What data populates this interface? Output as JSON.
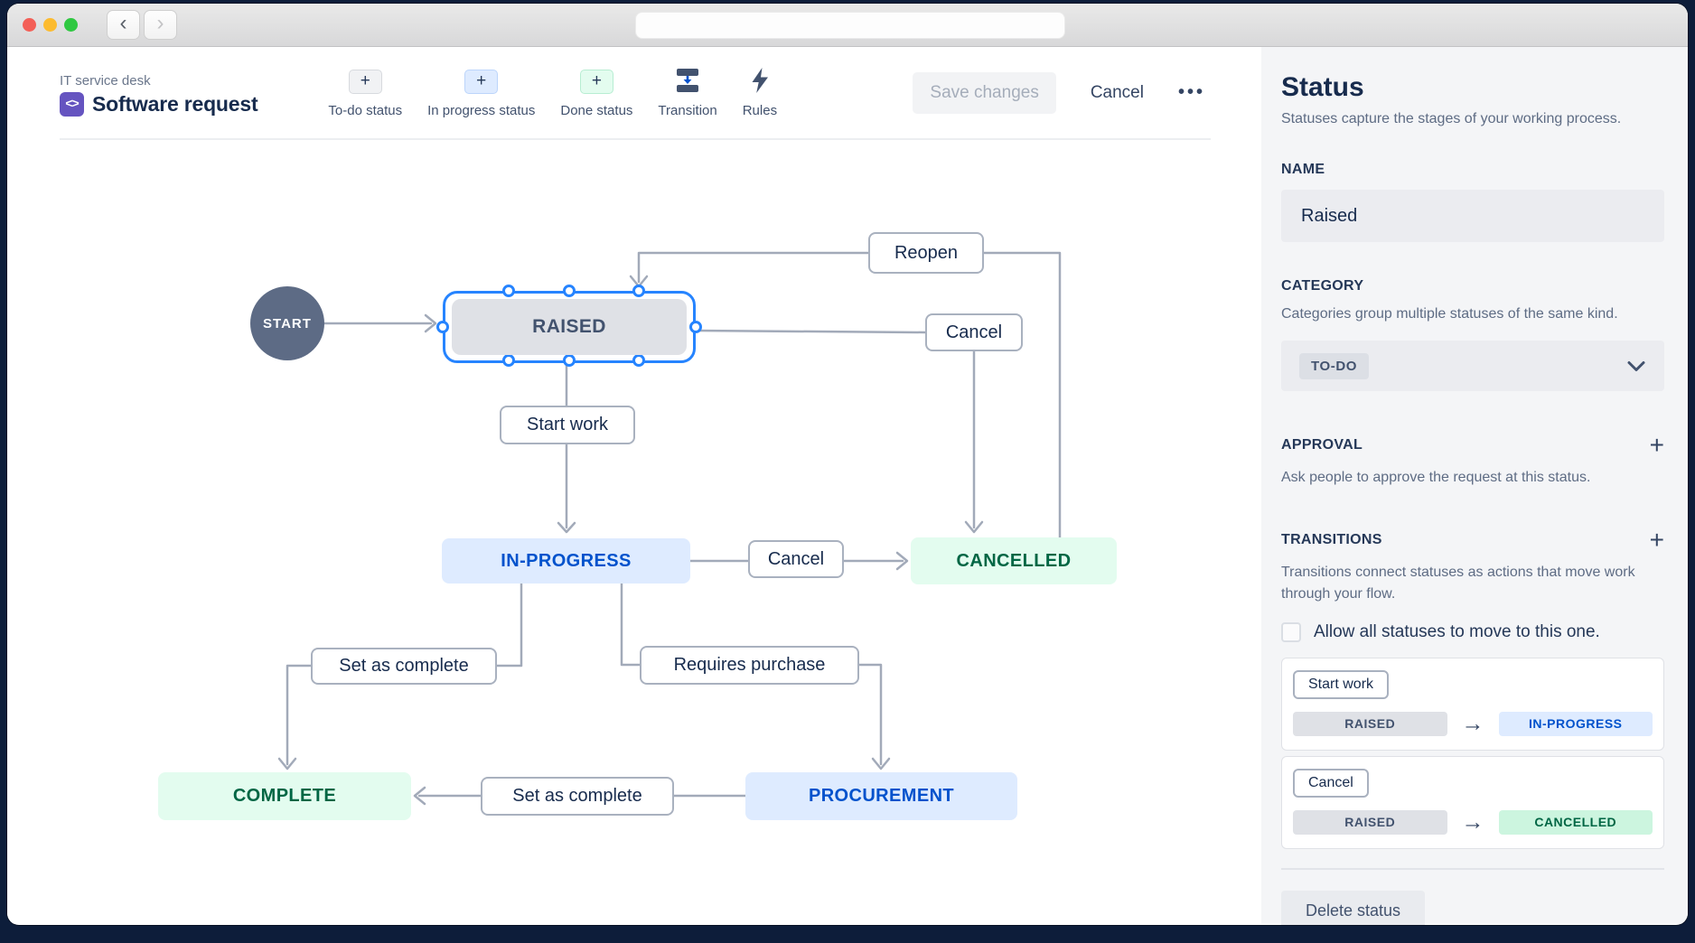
{
  "toolbar": {
    "project": "IT service desk",
    "workflow": "Software request",
    "add_buttons": [
      {
        "label": "To-do status"
      },
      {
        "label": "In progress status"
      },
      {
        "label": "Done status"
      }
    ],
    "transition_label": "Transition",
    "rules_label": "Rules",
    "save_label": "Save changes",
    "cancel_label": "Cancel"
  },
  "diagram": {
    "start_label": "START",
    "nodes": {
      "raised": "RAISED",
      "in_progress": "IN-PROGRESS",
      "cancelled": "CANCELLED",
      "complete": "COMPLETE",
      "procurement": "PROCUREMENT"
    },
    "labels": {
      "reopen": "Reopen",
      "cancel_top": "Cancel",
      "start_work": "Start work",
      "cancel_mid": "Cancel",
      "set_as_complete_left": "Set as complete",
      "requires_purchase": "Requires purchase",
      "set_as_complete_bottom": "Set as complete"
    }
  },
  "panel": {
    "title": "Status",
    "subtitle": "Statuses capture the stages of your working process.",
    "name_label": "NAME",
    "name_value": "Raised",
    "category_label": "CATEGORY",
    "category_help": "Categories group multiple statuses of the same kind.",
    "category_value": "TO-DO",
    "approval_label": "APPROVAL",
    "approval_help": "Ask people to approve the request at this status.",
    "transitions_label": "TRANSITIONS",
    "transitions_help": "Transitions connect statuses as actions that move work through your flow.",
    "allow_all_label": "Allow all statuses to move to this one.",
    "transitions": [
      {
        "name": "Start work",
        "from": "RAISED",
        "to": "IN-PROGRESS"
      },
      {
        "name": "Cancel",
        "from": "RAISED",
        "to": "CANCELLED"
      }
    ],
    "delete_label": "Delete status"
  },
  "icons": {
    "plus": "+",
    "more_dots": "•••",
    "arrow_right": "→",
    "workflow_glyph": "<>",
    "back": "‹",
    "forward": "›"
  },
  "colors": {
    "accent_blue": "#0052cc",
    "selection_blue": "#2684ff",
    "status_blue_bg": "#deebff",
    "status_green_bg": "#e3fcef",
    "status_green_text": "#006644",
    "status_gray_bg": "#dfe1e6",
    "panel_bg": "#f4f5f7",
    "frame_navy": "#0d1d3a",
    "icon_purple": "#6554c0"
  }
}
